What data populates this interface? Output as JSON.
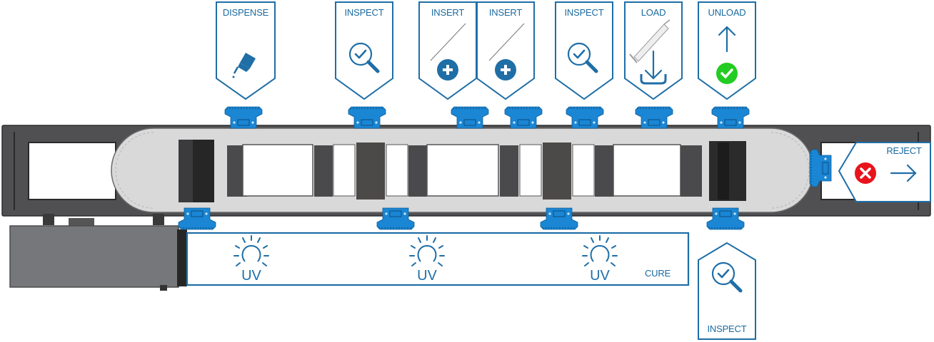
{
  "diagram": {
    "title": "Linear transfer conveyor process stations",
    "accent_color": "#1f6ea6",
    "carrier_color": "#1a86d4",
    "frame_color": "#4a4a4c",
    "track_color": "#d8d8d8",
    "top_stations": [
      {
        "label": "DISPENSE",
        "icon": "glue-bottle-icon"
      },
      {
        "label": "INSPECT",
        "icon": "magnifier-check-icon"
      },
      {
        "label": "INSERT",
        "icon": "needle-plus-icon"
      },
      {
        "label": "INSERT",
        "icon": "needle-plus-icon"
      },
      {
        "label": "INSPECT",
        "icon": "magnifier-check-icon"
      },
      {
        "label": "LOAD",
        "icon": "syringe-download-icon"
      },
      {
        "label": "UNLOAD",
        "icon": "arrow-up-check-icon"
      }
    ],
    "reject_station": {
      "label": "REJECT",
      "icon": "red-x-arrow-right-icon"
    },
    "bottom_inspect": {
      "label": "INSPECT",
      "icon": "magnifier-check-icon"
    },
    "cure_zone": {
      "label": "CURE",
      "lamps": [
        "UV",
        "UV",
        "UV"
      ]
    }
  }
}
